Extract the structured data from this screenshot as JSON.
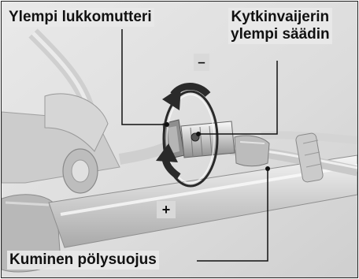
{
  "labels": {
    "upper_locknut": "Ylempi lukkomutteri",
    "adjuster_line1": "Kytkinvaijerin",
    "adjuster_line2": "ylempi säädin",
    "dust_cover": "Kuminen pölysuojus"
  },
  "signs": {
    "minus": "–",
    "plus": "+"
  },
  "colors": {
    "background": "#e2e2e2",
    "leader_line": "#111111",
    "arrow": "#2a2a2a",
    "label_text": "#111111"
  }
}
